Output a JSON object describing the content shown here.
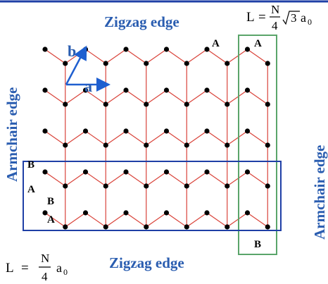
{
  "colors": {
    "bond": "#d9433a",
    "atom": "#000000",
    "edge_label": "#2a5db0",
    "zigzag_box": "#5aa56a",
    "armchair_box": "#1f3fa6",
    "vector": "#1f5fd0",
    "top_rule": "#1f3fa6"
  },
  "labels": {
    "zigzag_top": "Zigzag edge",
    "zigzag_bottom": "Zigzag edge",
    "armchair_left": "Armchair edge",
    "armchair_right": "Armchair edge",
    "vector_a": "a",
    "vector_b": "b"
  },
  "formulas": {
    "zigzag_length": {
      "lhs": "L",
      "eq": "=",
      "numerator": "N",
      "denominator": "4",
      "radicand": "3",
      "lattice_const": "a",
      "subscript": "0"
    },
    "armchair_length": {
      "lhs": "L",
      "eq": "=",
      "numerator": "N",
      "denominator": "4",
      "lattice_const": "a",
      "subscript": "0"
    }
  },
  "site_labels": {
    "top_a1": "A",
    "top_a2": "A",
    "left_b1": "B",
    "left_a1": "A",
    "left_b2": "B",
    "left_a2": "A",
    "bottom_b": "B"
  }
}
